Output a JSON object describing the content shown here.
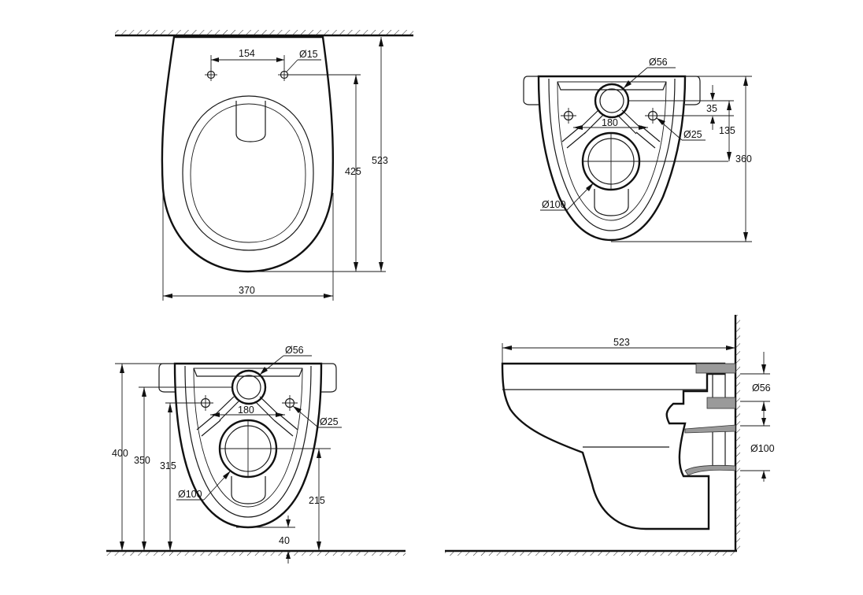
{
  "top_view": {
    "hole_spacing": "154",
    "hole_diameter": "Ø15",
    "width": "370",
    "seat_length": "425",
    "total_length": "523"
  },
  "front_view": {
    "outlet_diameter": "Ø56",
    "bolt_spacing": "180",
    "bolt_diameter": "Ø25",
    "inlet_diameter": "Ø100",
    "offset_top": "35",
    "bolt_height": "135",
    "total_height": "360"
  },
  "rear_view": {
    "outlet_diameter": "Ø56",
    "bolt_spacing": "180",
    "bolt_diameter": "Ø25",
    "inlet_diameter": "Ø100",
    "height_total": "400",
    "height_bolts": "350",
    "height_outlet": "315",
    "height_inlet": "215",
    "floor_gap": "40"
  },
  "side_view": {
    "length": "523",
    "outlet_diameter": "Ø56",
    "inlet_diameter": "Ø100"
  }
}
